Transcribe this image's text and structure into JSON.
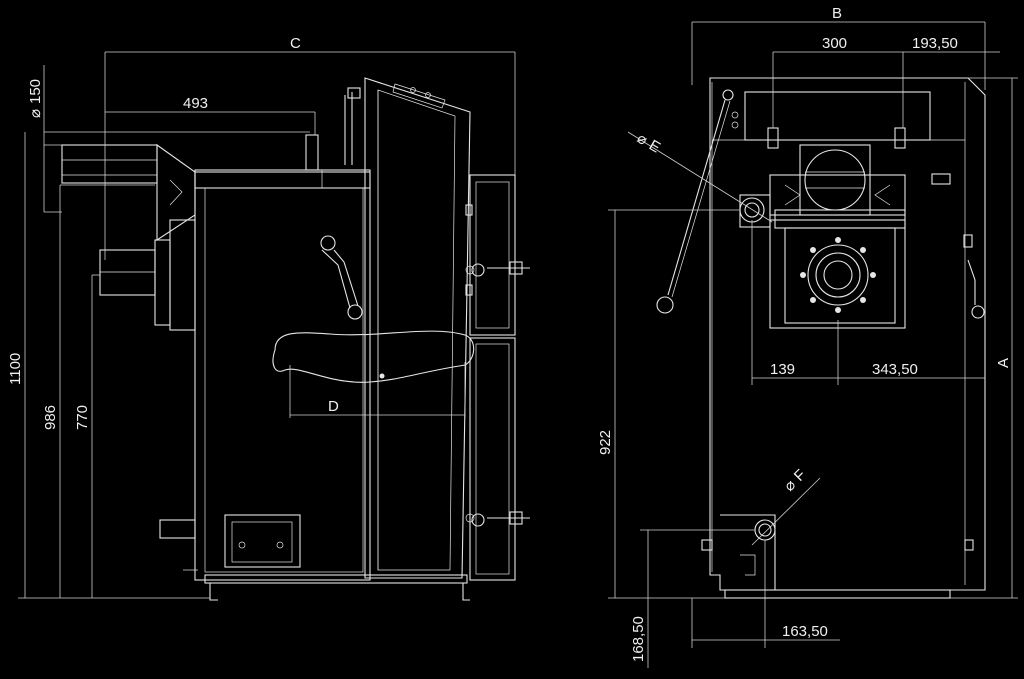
{
  "colors": {
    "background": "#000000",
    "line": "#e6e6e6"
  },
  "dimensions": {
    "side_view": {
      "diameter_150": "150",
      "width_C": "C",
      "depth_493": "493",
      "height_1100": "1100",
      "height_986": "986",
      "height_770": "770",
      "depth_D": "D"
    },
    "front_view": {
      "width_B": "B",
      "spacing_300": "300",
      "offset_193_50": "193,50",
      "diameter_E": "E",
      "offset_139": "139",
      "offset_343_50": "343,50",
      "height_A": "A",
      "height_922": "922",
      "diameter_F": "F",
      "height_168_50": "168,50",
      "offset_163_50": "163,50"
    }
  }
}
